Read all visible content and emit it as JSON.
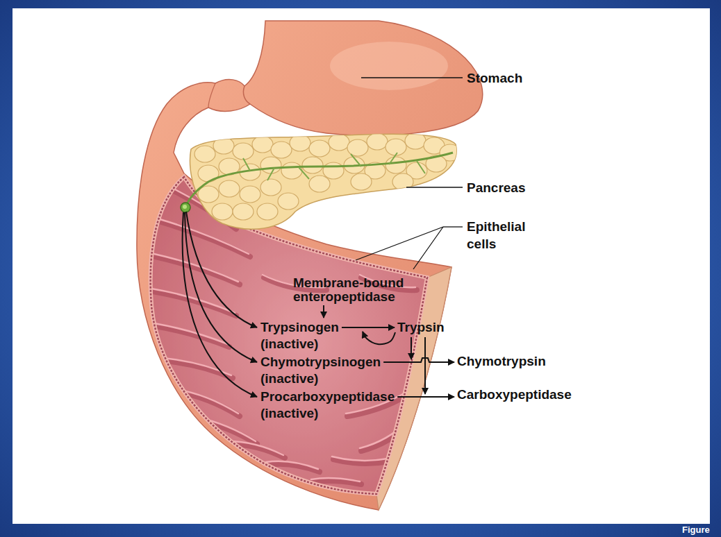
{
  "diagram": {
    "nodes": [
      {
        "text": [
          "Membrane-bound enteropeptidase"
        ]
      },
      {
        "text": [
          "Trypsinogen",
          "(inactive)"
        ]
      },
      {
        "text": [
          "Trypsin"
        ]
      },
      {
        "text": [
          "Chymotrypsinogen",
          "(inactive)"
        ]
      },
      {
        "text": [
          "Chymotrypsin"
        ]
      },
      {
        "text": [
          "Procarboxypeptidase",
          "(inactive)"
        ]
      },
      {
        "text": [
          "Carboxypeptidase"
        ]
      }
    ],
    "edges": [
      {
        "from": 0,
        "to": 1,
        "arrow": "to"
      },
      {
        "from": 1,
        "to": 2,
        "arrow": "to"
      },
      {
        "from": 2,
        "to": 1,
        "arrow": "to"
      },
      {
        "from": 2,
        "to": 3,
        "arrow": "to"
      },
      {
        "from": 2,
        "to": 5,
        "arrow": "to"
      },
      {
        "from": 3,
        "to": 4,
        "arrow": "to"
      },
      {
        "from": 5,
        "to": 6,
        "arrow": "to"
      }
    ],
    "labels": [
      "Stomach",
      "Pancreas",
      "Epithelial cells",
      "Figure"
    ]
  }
}
